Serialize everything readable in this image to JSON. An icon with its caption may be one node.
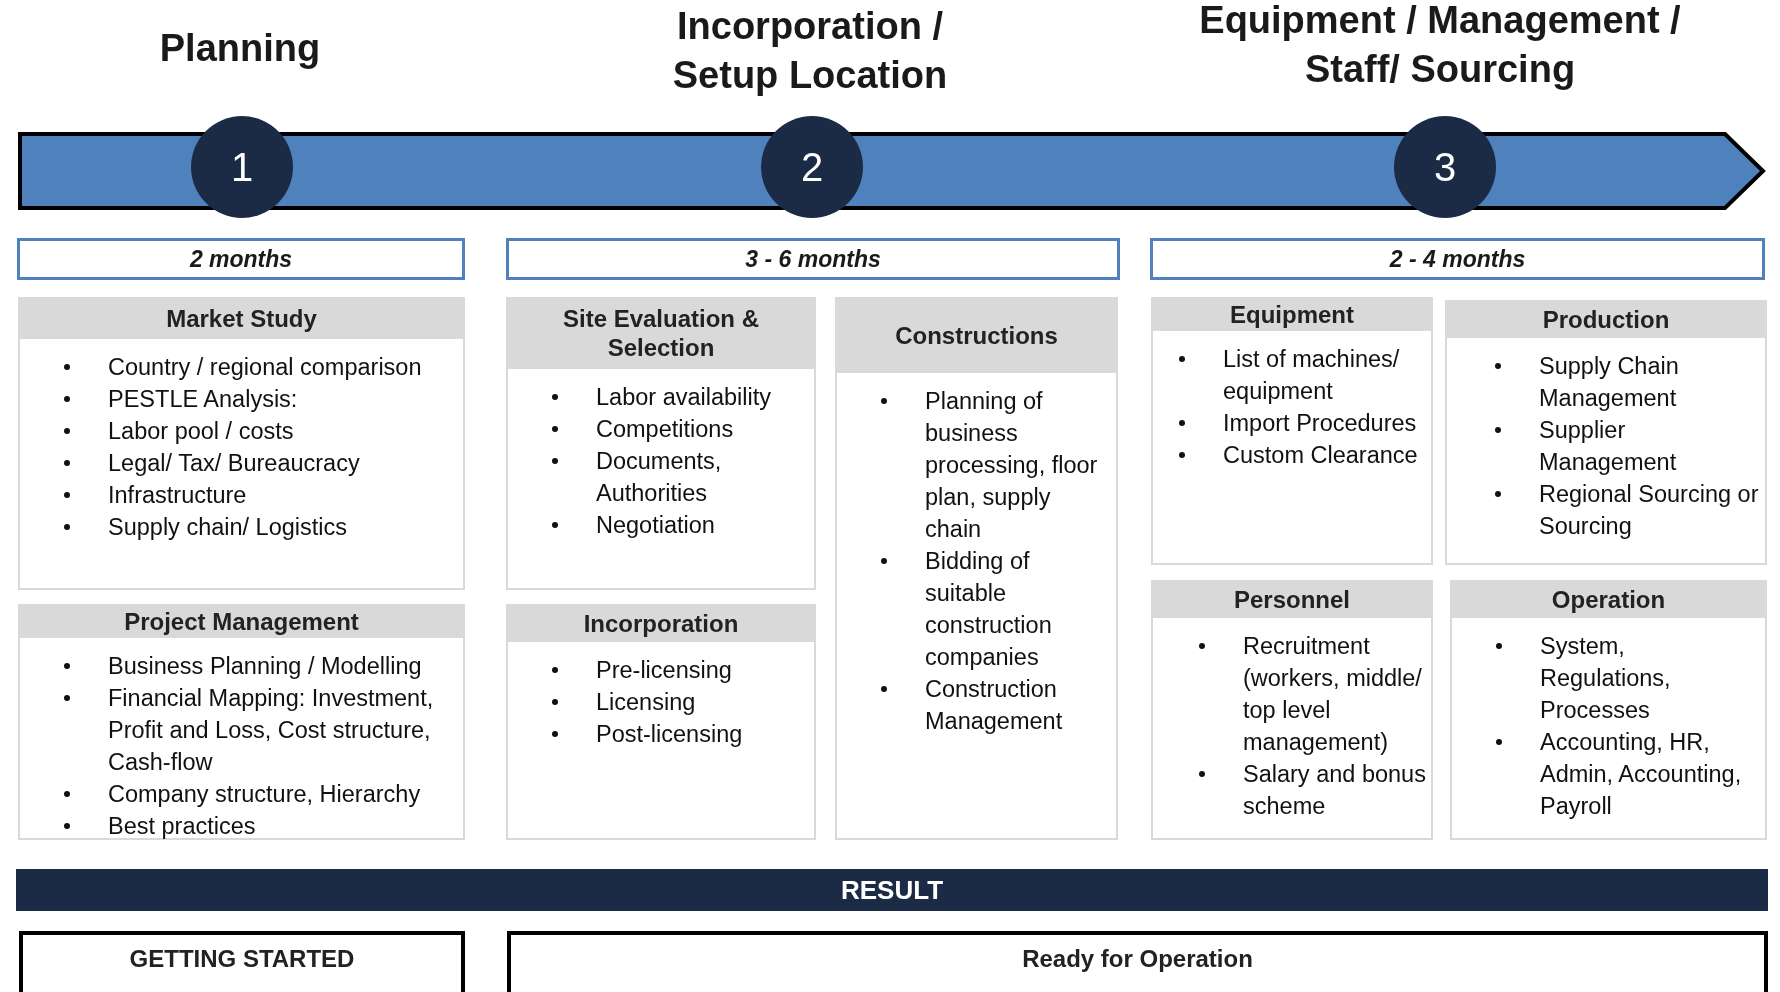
{
  "diagram": {
    "nodes": [
      {
        "text": [
          "1"
        ],
        "beside": [
          "Planning"
        ]
      },
      {
        "text": [
          "2"
        ],
        "beside": [
          "Incorporation / Setup Location"
        ]
      },
      {
        "text": [
          "3"
        ],
        "beside": [
          "Equipment / Management / Staff/ Sourcing"
        ]
      },
      {
        "text": [
          "2 months"
        ]
      },
      {
        "text": [
          "3 - 6 months"
        ]
      },
      {
        "text": [
          "2 - 4 months"
        ]
      },
      {
        "text": [
          "Market Study",
          "Country / regional comparison",
          "PESTLE Analysis:",
          "Labor pool / costs",
          "Legal/ Tax/ Bureaucracy",
          "Infrastructure",
          "Supply chain/ Logistics"
        ]
      },
      {
        "text": [
          "Site Evaluation & Selection",
          "Labor availability",
          "Competitions",
          "Documents, Authorities",
          "Negotiation"
        ]
      },
      {
        "text": [
          "Constructions",
          "Planning of business processing, floor plan, supply chain",
          "Bidding of suitable construction companies",
          "Construction Management"
        ]
      },
      {
        "text": [
          "Equipment",
          "List of machines/ equipment",
          "Import Procedures",
          "Custom Clearance"
        ]
      },
      {
        "text": [
          "Production",
          "Supply Chain Management",
          "Supplier Management",
          "Regional Sourcing or Sourcing"
        ]
      },
      {
        "text": [
          "Project Management",
          "Business Planning / Modelling",
          "Financial Mapping: Investment, Profit and Loss, Cost structure, Cash-flow",
          "Company structure, Hierarchy",
          "Best practices"
        ]
      },
      {
        "text": [
          "Incorporation",
          "Pre-licensing",
          "Licensing",
          "Post-licensing"
        ]
      },
      {
        "text": [
          "Personnel",
          "Recruitment (workers, middle/ top level management)",
          "Salary and bonus scheme"
        ]
      },
      {
        "text": [
          "Operation",
          "System, Regulations, Processes",
          "Accounting, HR, Admin, Accounting, Payroll"
        ]
      },
      {
        "text": [
          "RESULT"
        ]
      },
      {
        "text": [
          "GETTING STARTED"
        ]
      },
      {
        "text": [
          "Ready for Operation"
        ]
      }
    ]
  }
}
